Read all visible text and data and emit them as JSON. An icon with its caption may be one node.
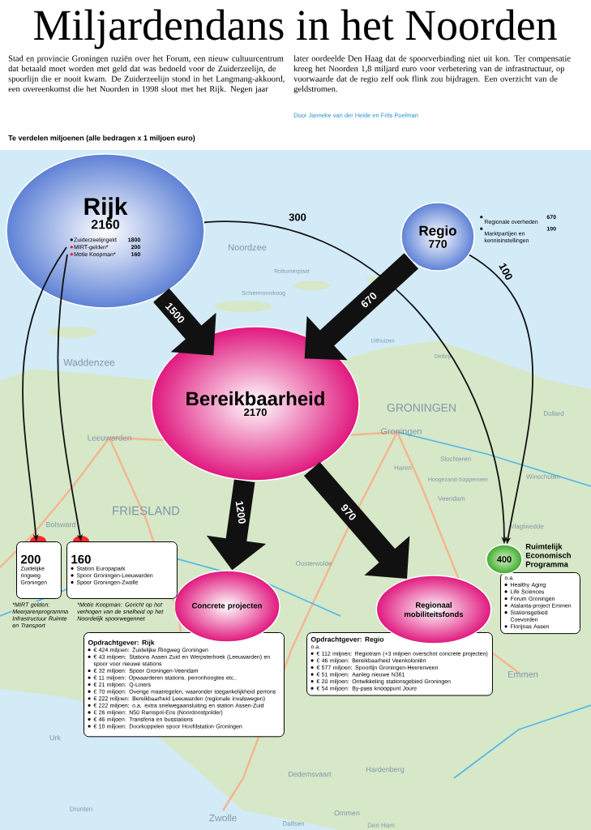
{
  "diagram": {
    "title": "Miljardendans in het Noorden",
    "nodes": [
      {
        "text": [
          "Rijk",
          "2160",
          "Zuiderzeelijngeld",
          "1800",
          "MIRT-gelden*",
          "200",
          "Motie Koopman*",
          "160"
        ]
      },
      {
        "text": [
          "Regio",
          "770"
        ],
        "beside": [
          "Regionale overheden",
          "670",
          "Marktpartijen en kennisinstellingen",
          "100"
        ]
      },
      {
        "text": [
          "Bereikbaarheid",
          "2170"
        ]
      },
      {
        "text": [
          "Concrete projecten"
        ]
      },
      {
        "text": [
          "Regionaal mobiliteitsfonds"
        ]
      },
      {
        "text": [
          "400",
          "Ruimtelijk Economisch Programma"
        ]
      },
      {
        "text": [
          "200",
          "Zuidelijke ringweg Groningen"
        ],
        "beside": [
          "*MIRT gelden: Meerjarenprogramma Infrastructuur Ruimte en Transport"
        ]
      },
      {
        "text": [
          "160",
          "Station Europapark",
          "Spoor Groningen-Leeuwarden",
          "Spoor Groningen-Zwolle"
        ],
        "beside": [
          "*Motie Koopman: Gericht op het verhogen van de snelheid op het Noordelijk spoorwegennet"
        ]
      },
      {
        "text": [
          "Opdrachtgever: Rijk",
          "€ 424 miljoen: Zuidelijke Ringweg Groningen",
          "€ 43 miljoen: Stations Assen Zuid en Werpsterhoek (Leeuwarden) en spoor voor nieuwe stations",
          "€ 32 miljoen: Spoor Groningen-Veendam",
          "€ 11 miljoen: Opwaarderen stations, perronhoogtes etc..",
          "€ 21 miljoen: Q-Liners",
          "€ 70 miljoen: Overige maatregelen, waaronder toegankelijkheid perrons",
          "€ 222 miljoen: Bereikbaarheid Leeuwarden (regionale invalswegen)",
          "€ 222 miljoen: o.a. extra snelwegaansluiting en station Assen-Zuid",
          "€ 26 miljoen: N50 Ramspol-Ens (Noordoostpolder)",
          "€ 46 miljoen: Transferia en busstations",
          "€ 18 miljoen: Doorkoppelen spoor Hoofdstation Groningen"
        ]
      },
      {
        "text": [
          "Opdrachtgever: Regio",
          "o.a.",
          "€ 112 miljoen: Regiotram (+3 miljoen overschot concrete projecten)",
          "€ 46 miljoen: Bereikbaarheid Veenkoloniën",
          "€ 577 miljoen: Spoorlijn Groningen-Heerenveen",
          "€ 51 miljoen: Aanleg nieuwe N361",
          "€ 20 miljoen: Ontwikkeling stationsgebied Groningen",
          "€ 54 miljoen: By-pass knooppunt Joure"
        ]
      },
      {
        "text": [
          "o.a.",
          "Healthy Aging",
          "Life Sciences",
          "Forum Groningen",
          "Atalanta-project Emmen",
          "Stationsgebied Coevorden",
          "Florijnas Assen"
        ]
      }
    ],
    "edges": [
      {
        "from": 0,
        "to": 2,
        "arrow": "to",
        "label": "1500",
        "style": "thick"
      },
      {
        "from": 1,
        "to": 2,
        "arrow": "to",
        "label": "670",
        "style": "thick"
      },
      {
        "from": 2,
        "to": 3,
        "arrow": "to",
        "label": "1200",
        "style": "thick"
      },
      {
        "from": 2,
        "to": 4,
        "arrow": "to",
        "label": "970",
        "style": "thick"
      },
      {
        "from": 0,
        "to": 5,
        "arrow": "to",
        "label": "300"
      },
      {
        "from": 1,
        "to": 5,
        "arrow": "to",
        "label": "100"
      },
      {
        "from": 0,
        "to": 6,
        "arrow": "to"
      },
      {
        "from": 0,
        "to": 7,
        "arrow": "to"
      }
    ],
    "labels": [
      "Stad en provincie Groningen ruziën over het Forum, een nieuw cultuurcentrum dat betaald moet worden met geld dat was bedoeld voor de Zuiderzeelijn, de spoorlijn die er nooit kwam. De Zuiderzeelijn stond in het Langmang-akkoord, een overeenkomst die het Noorden in 1998 sloot met het Rijk. Negen jaar",
      "later oordeelde Den Haag dat de spoorverbinding niet uit kon. Ter compensatie kreeg het Noorden 1,8 miljard euro voor verbetering van de infrastructuur, op voorwaarde dat de regio zelf ook flink zou bijdragen. Een overzicht van de geldstromen.",
      "Door Janneke van der Heide en Frits Poelman",
      "Te verdelen miljoenen (alle bedragen x 1 miljoen euro)",
      "Noordzee",
      "Rottumerplaat",
      "Schiermonnikoog",
      "Waddenzee",
      "Uithuizen",
      "Delfzijl",
      "GRONINGEN",
      "Groningen",
      "Leeuwarden",
      "Slochteren",
      "Haren",
      "Hoogezand-Sappemeer",
      "Veendam",
      "Winschoten",
      "Dollard",
      "Vlagtwedde",
      "FRIESLAND",
      "Bolsward",
      "Oosterwolde",
      "Emmen",
      "Urk",
      "Dedemsvaart",
      "Hardenberg",
      "Ommen",
      "Zwolle",
      "Dalfsen",
      "Den Ham",
      "Dronten"
    ]
  }
}
